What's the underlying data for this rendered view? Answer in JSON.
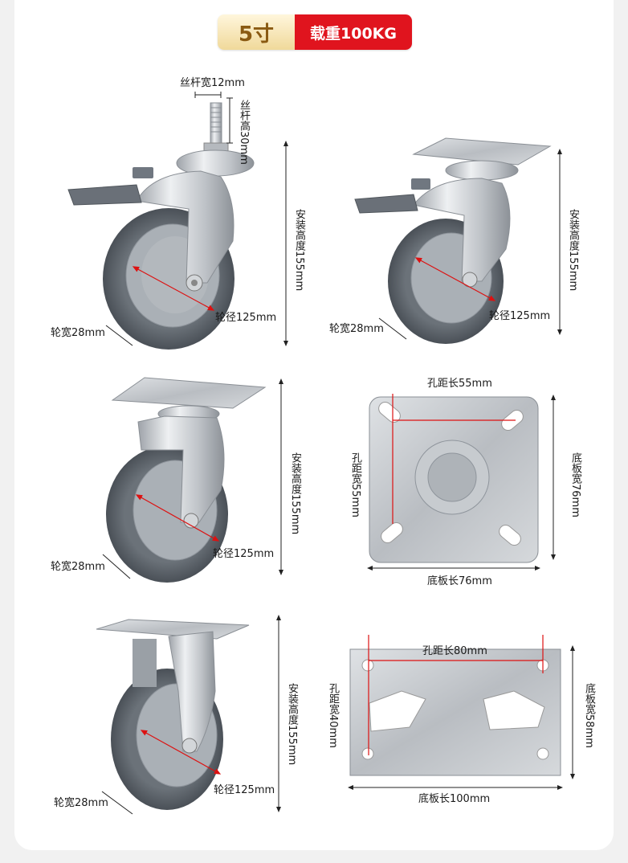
{
  "header": {
    "size": "5寸",
    "load": "载重100KG"
  },
  "caster1": {
    "screw_width": "丝杆宽12mm",
    "screw_height": "丝杆高30mm",
    "mount_height": "安装高度155mm",
    "wheel_diameter": "轮径125mm",
    "wheel_width": "轮宽28mm"
  },
  "caster2": {
    "mount_height": "安装高度155mm",
    "wheel_diameter": "轮径125mm",
    "wheel_width": "轮宽28mm"
  },
  "caster3": {
    "mount_height": "安装高度155mm",
    "wheel_diameter": "轮径125mm",
    "wheel_width": "轮宽28mm"
  },
  "plate1": {
    "hole_length": "孔距长55mm",
    "hole_width": "孔距宽55mm",
    "plate_width": "底板宽76mm",
    "plate_length": "底板长76mm"
  },
  "caster4": {
    "mount_height": "安装高度155mm",
    "wheel_diameter": "轮径125mm",
    "wheel_width": "轮宽28mm"
  },
  "plate2": {
    "hole_length": "孔距长80mm",
    "hole_width": "孔距宽40mm",
    "plate_width": "底板宽58mm",
    "plate_length": "底板长100mm"
  },
  "colors": {
    "accent_red": "#e0141e",
    "gold": "#f0d99a",
    "wheel_gray": "#5f6670",
    "hub_gray": "#a8adb3",
    "steel": "#c9ccd0"
  }
}
